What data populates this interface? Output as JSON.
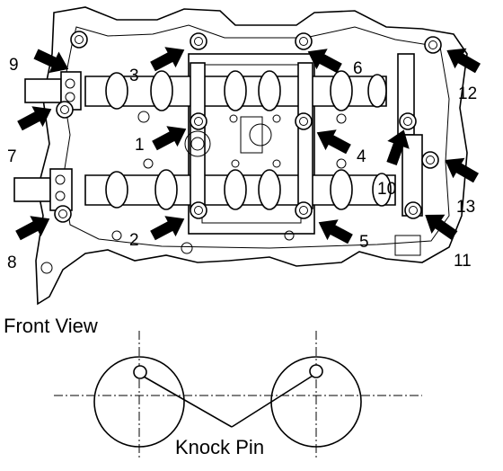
{
  "bolt_labels": [
    {
      "id": "1",
      "text": "1"
    },
    {
      "id": "2",
      "text": "2"
    },
    {
      "id": "3",
      "text": "3"
    },
    {
      "id": "4",
      "text": "4"
    },
    {
      "id": "5",
      "text": "5"
    },
    {
      "id": "6",
      "text": "6"
    },
    {
      "id": "7",
      "text": "7"
    },
    {
      "id": "8",
      "text": "8"
    },
    {
      "id": "9",
      "text": "9"
    },
    {
      "id": "10",
      "text": "10"
    },
    {
      "id": "11",
      "text": "11"
    },
    {
      "id": "12",
      "text": "12"
    },
    {
      "id": "13",
      "text": "13"
    }
  ],
  "front_view_label": "Front View",
  "knock_pin_label": "Knock Pin"
}
